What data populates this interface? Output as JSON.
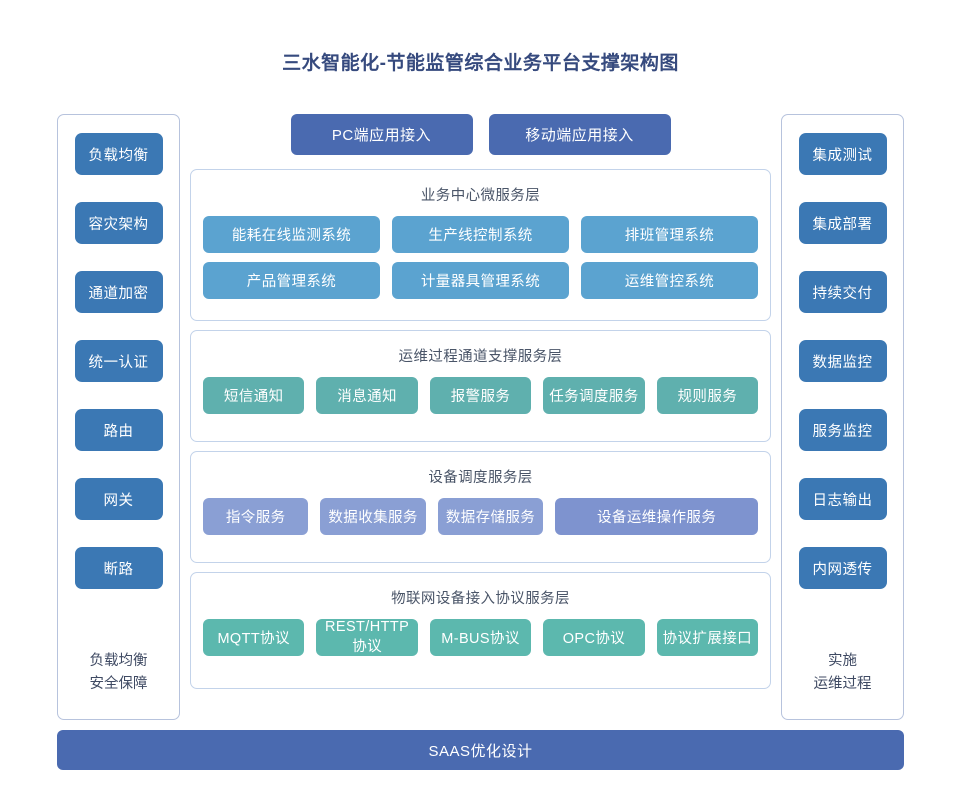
{
  "title": "三水智能化-节能监管综合业务平台支撑架构图",
  "colors": {
    "title_text": "#364a7e",
    "sidebar_button": "#3b78b4",
    "access_button": "#4a6ab0",
    "business_node": "#5ba3d0",
    "ops_node": "#5fb0ae",
    "device_node": "#8a9fd4",
    "device_node_wide": "#7e93cf",
    "iot_node": "#5cb8ae",
    "bottom_bar": "#4a6ab0",
    "card_border": "#c3d3ea",
    "panel_border": "#b7c3dd",
    "background": "#ffffff"
  },
  "left_panel": {
    "items": [
      {
        "label": "负载均衡"
      },
      {
        "label": "容灾架构"
      },
      {
        "label": "通道加密"
      },
      {
        "label": "统一认证"
      },
      {
        "label": "路由"
      },
      {
        "label": "网关"
      },
      {
        "label": "断路"
      }
    ],
    "footer_line1": "负载均衡",
    "footer_line2": "安全保障"
  },
  "right_panel": {
    "items": [
      {
        "label": "集成测试"
      },
      {
        "label": "集成部署"
      },
      {
        "label": "持续交付"
      },
      {
        "label": "数据监控"
      },
      {
        "label": "服务监控"
      },
      {
        "label": "日志输出"
      },
      {
        "label": "内网透传"
      }
    ],
    "footer_line1": "实施",
    "footer_line2": "运维过程"
  },
  "access_buttons": [
    {
      "label": "PC端应用接入"
    },
    {
      "label": "移动端应用接入"
    }
  ],
  "layers": [
    {
      "key": "business",
      "title": "业务中心微服务层",
      "rows": [
        [
          {
            "label": "能耗在线监测系统"
          },
          {
            "label": "生产线控制系统"
          },
          {
            "label": "排班管理系统"
          }
        ],
        [
          {
            "label": "产品管理系统"
          },
          {
            "label": "计量器具管理系统"
          },
          {
            "label": "运维管控系统"
          }
        ]
      ]
    },
    {
      "key": "ops",
      "title": "运维过程通道支撑服务层",
      "rows": [
        [
          {
            "label": "短信通知"
          },
          {
            "label": "消息通知"
          },
          {
            "label": "报警服务"
          },
          {
            "label": "任务调度服务"
          },
          {
            "label": "规则服务"
          }
        ]
      ]
    },
    {
      "key": "device",
      "title": "设备调度服务层",
      "rows": [
        [
          {
            "label": "指令服务"
          },
          {
            "label": "数据收集服务"
          },
          {
            "label": "数据存储服务"
          },
          {
            "label": "设备运维操作服务",
            "wide": true
          }
        ]
      ]
    },
    {
      "key": "iot",
      "title": "物联网设备接入协议服务层",
      "rows": [
        [
          {
            "label": "MQTT协议"
          },
          {
            "label": "REST/HTTP协议"
          },
          {
            "label": "M-BUS协议"
          },
          {
            "label": "OPC协议"
          },
          {
            "label": "协议扩展接口"
          }
        ]
      ]
    }
  ],
  "bottom_bar": {
    "label": "SAAS优化设计"
  }
}
